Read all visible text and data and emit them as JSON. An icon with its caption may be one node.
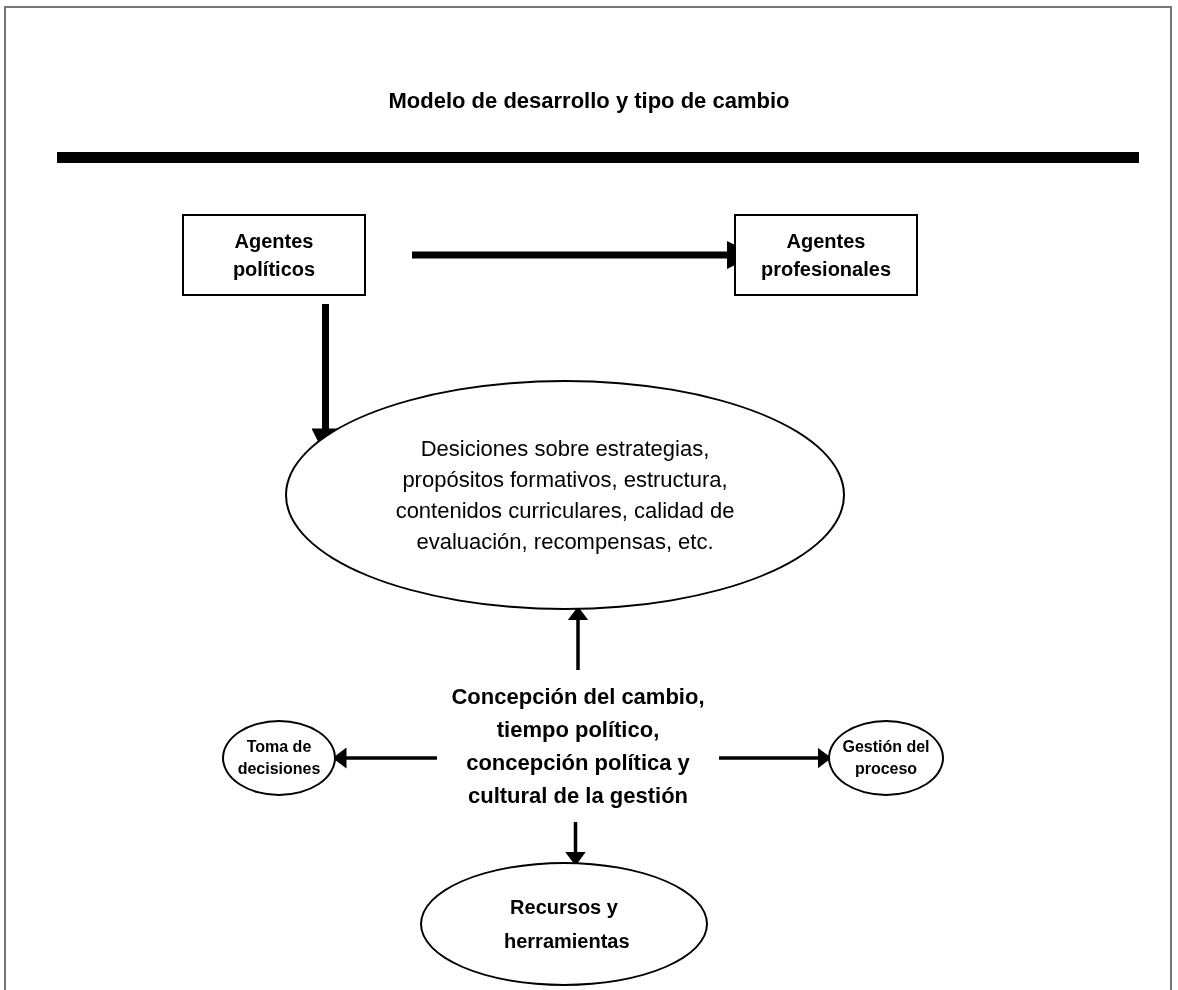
{
  "diagram": {
    "title": "Modelo de desarrollo y tipo de cambio",
    "nodes": [
      {
        "text": [
          "Agentes políticos"
        ]
      },
      {
        "text": [
          "Agentes profesionales"
        ]
      },
      {
        "text": [
          "Desiciones sobre estrategias, propósitos formativos, estructura, contenidos curriculares, calidad de evaluación, recompensas, etc."
        ]
      },
      {
        "text": [
          "Concepción del cambio, tiempo político, concepción política y cultural de la gestión"
        ]
      },
      {
        "text": [
          "Toma de decisiones"
        ]
      },
      {
        "text": [
          "Gestión del proceso"
        ]
      },
      {
        "text": [
          "Recursos y herramientas"
        ]
      }
    ],
    "edges": [
      {
        "from": 0,
        "to": 1,
        "arrow": "to",
        "style": "thick"
      },
      {
        "from": 0,
        "to": 2,
        "arrow": "to",
        "style": "thick"
      },
      {
        "from": 3,
        "to": 2,
        "arrow": "to"
      },
      {
        "from": 3,
        "to": 4,
        "arrow": "to"
      },
      {
        "from": 3,
        "to": 5,
        "arrow": "to"
      },
      {
        "from": 3,
        "to": 6,
        "arrow": "to"
      }
    ]
  }
}
